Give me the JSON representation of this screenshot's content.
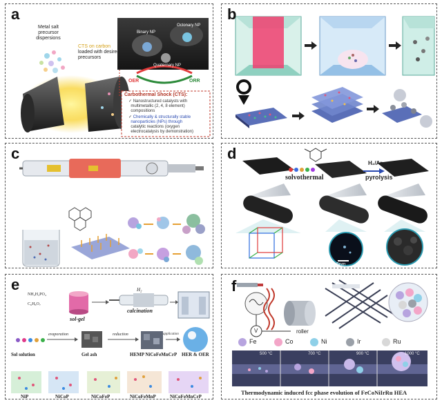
{
  "panels": {
    "a": {
      "label": "a",
      "precursor": "Metal salt precursor dispersions",
      "cts_carbon_1": "CTS on carbon",
      "cts_carbon_2": "loaded with desired",
      "cts_carbon_3": "precursors",
      "binary_np": "Binary NP",
      "octonary_np": "Octonary NP",
      "quaternary_np": "Quaternary NP",
      "oer": "OER",
      "orr": "ORR",
      "cts_title": "Carbothermal Shock (CTS):",
      "bullet1_l1": "Nanostructured catalysts with",
      "bullet1_l2": "multimetallic (2, 4, 8 element)",
      "bullet1_l3": "compositions",
      "bullet2_l1": "Chemically & structurally stable",
      "bullet2_l2": "nanoparticles (NPs) through",
      "bullet2_l3": "catalytic reactions (oxygen",
      "bullet2_l4": "electrocatalysis by demonstration)"
    },
    "b": {
      "label": "b"
    },
    "c": {
      "label": "c"
    },
    "d": {
      "label": "d",
      "solvothermal": "solvothermal",
      "gas": "H₂/Ar",
      "pyrolysis": "pyrolysis",
      "scale": "5nm"
    },
    "e": {
      "label": "e",
      "nh4": "NH₄H₂PO₄",
      "c6h8o7": "C₆H₈O₇",
      "solgel": "sol-gel",
      "h2": "H₂",
      "calcination": "calcination",
      "evaporation": "evaporation",
      "reduction": "reduction",
      "application": "application",
      "sol_solution": "Sol solution",
      "gel_ash": "Gel ash",
      "hemp": "HEMP NiCoFeMnCrP",
      "her_oer": "HER & OER",
      "nip": "NiP",
      "nicop": "NiCoP",
      "nicofep": "NiCoFeP",
      "nicofemnp": "NiCoFeMnP",
      "nicofemncrp": "NiCoFeMnCrP"
    },
    "f": {
      "label": "f",
      "v": "V",
      "roller": "roller",
      "elements": [
        "Fe",
        "Co",
        "Ni",
        "Ir",
        "Ru"
      ],
      "element_colors": [
        "#b7a4df",
        "#f3a6c8",
        "#8fd0e8",
        "#9aa0a8",
        "#d8d8d8"
      ],
      "temps": [
        "500 °C",
        "700 °C",
        "900 °C",
        "1000 °C"
      ],
      "caption": "Thermodynamic induced fcc phase evolution of FeCoNiIrRu HEA"
    }
  }
}
